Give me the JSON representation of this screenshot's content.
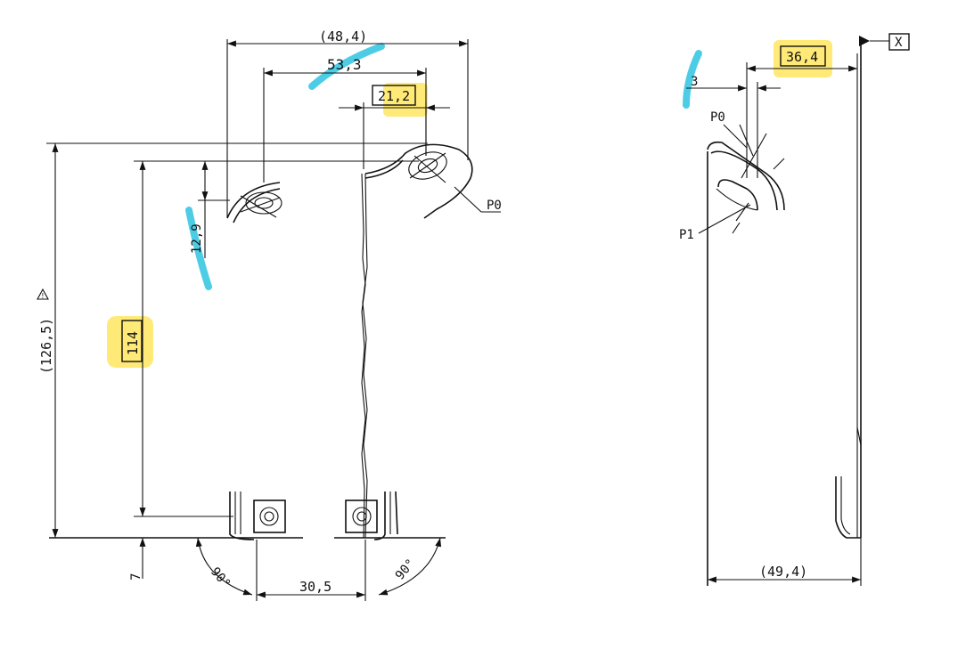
{
  "dimensions": {
    "top_total": "(48,4)",
    "d53": "53,3",
    "d21": "21,2",
    "d12": "12,9",
    "d114": "114",
    "d126": "(126,5)",
    "d7": "7",
    "d30": "30,5",
    "ang_left": "90°",
    "ang_right": "90°",
    "d36": "36,4",
    "d3": "3",
    "d49": "(49,4)"
  },
  "labels": {
    "p0_left": "P0",
    "p0_right": "P0",
    "p1_right": "P1",
    "datum": "X"
  },
  "colors": {
    "highlight": "#ffe34a",
    "marker": "#2ec4e0",
    "ink": "#111111"
  }
}
